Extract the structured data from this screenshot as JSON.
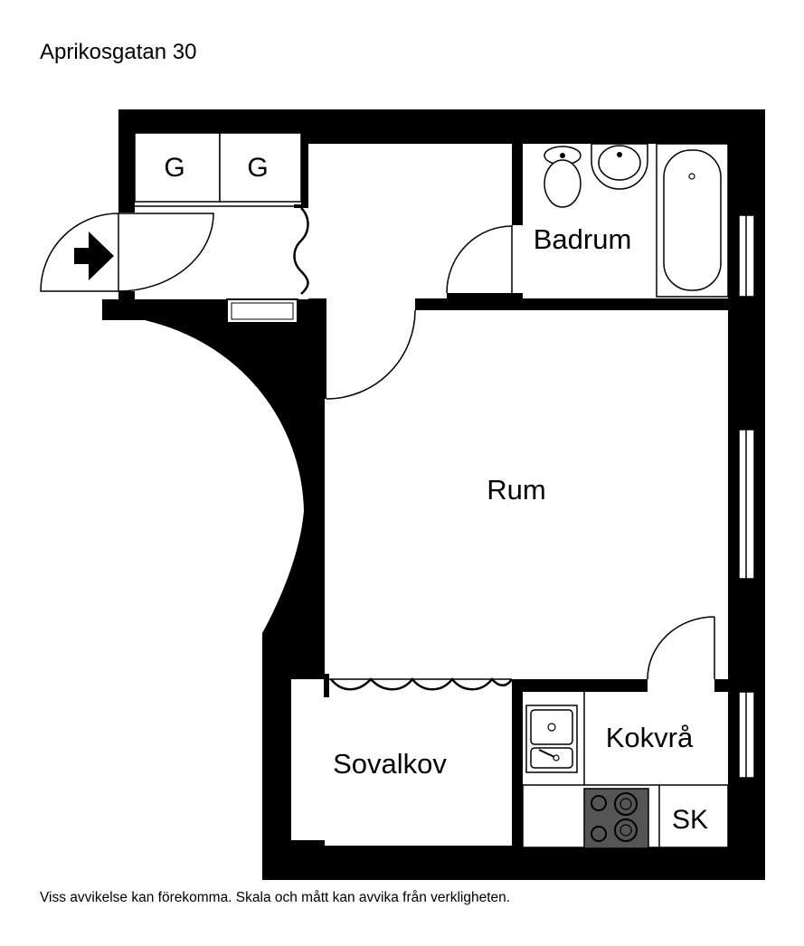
{
  "header": {
    "title": "Aprikosgatan 30"
  },
  "footer": {
    "disclaimer": "Viss avvikelse kan förekomma. Skala och mått kan avvika från verkligheten."
  },
  "rooms": {
    "wardrobe_1": "G",
    "wardrobe_2": "G",
    "bathroom": "Badrum",
    "main_room": "Rum",
    "sleeping_alcove": "Sovalkov",
    "kitchenette": "Kokvrå",
    "fridge": "SK"
  },
  "colors": {
    "wall": "#000000",
    "floor": "#ffffff",
    "stove": "#555555"
  },
  "icons": [
    "entrance-arrow-icon",
    "toilet-icon",
    "washbasin-icon",
    "bathtub-icon",
    "sink-icon",
    "stove-icon"
  ]
}
